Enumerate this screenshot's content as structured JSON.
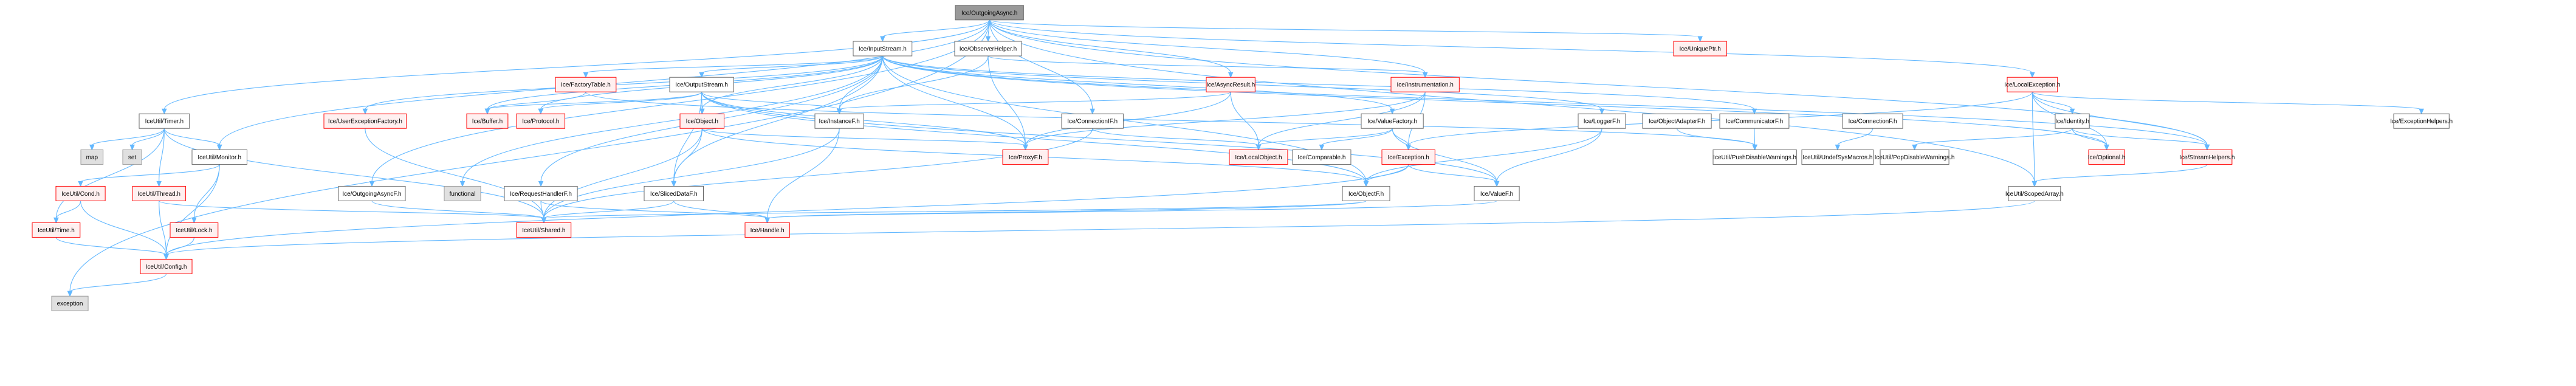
{
  "title": "Ice/OutgoingAsync.h",
  "colors": {
    "root_fill": "#999999",
    "root_stroke": "#666666",
    "normal_fill": "#ffffff",
    "normal_stroke": "#666666",
    "incomplete_fill": "#fff0f0",
    "incomplete_stroke": "#ff0000",
    "system_fill": "#e0e0e0",
    "system_stroke": "#999999",
    "edge": "#63b8ff"
  },
  "nodes": [
    {
      "id": "root",
      "label": "Ice/OutgoingAsync.h",
      "kind": "root"
    },
    {
      "id": "inputstream",
      "label": "Ice/InputStream.h",
      "kind": "normal"
    },
    {
      "id": "observerhelper",
      "label": "Ice/ObserverHelper.h",
      "kind": "normal"
    },
    {
      "id": "uniqueptr",
      "label": "Ice/UniquePtr.h",
      "kind": "incomplete"
    },
    {
      "id": "timer",
      "label": "IceUtil/Timer.h",
      "kind": "normal"
    },
    {
      "id": "userexfactory",
      "label": "Ice/UserExceptionFactory.h",
      "kind": "incomplete"
    },
    {
      "id": "factorytable",
      "label": "Ice/FactoryTable.h",
      "kind": "incomplete"
    },
    {
      "id": "outputstream",
      "label": "Ice/OutputStream.h",
      "kind": "normal"
    },
    {
      "id": "asyncresult",
      "label": "Ice/AsyncResult.h",
      "kind": "incomplete"
    },
    {
      "id": "instrumentation",
      "label": "Ice/Instrumentation.h",
      "kind": "incomplete"
    },
    {
      "id": "localexception",
      "label": "Ice/LocalException.h",
      "kind": "incomplete"
    },
    {
      "id": "buffer",
      "label": "Ice/Buffer.h",
      "kind": "incomplete"
    },
    {
      "id": "protocol",
      "label": "Ice/Protocol.h",
      "kind": "incomplete"
    },
    {
      "id": "object",
      "label": "Ice/Object.h",
      "kind": "incomplete"
    },
    {
      "id": "instancef",
      "label": "Ice/InstanceF.h",
      "kind": "normal"
    },
    {
      "id": "connectionif",
      "label": "Ice/ConnectionIF.h",
      "kind": "normal"
    },
    {
      "id": "valuefactory",
      "label": "Ice/ValueFactory.h",
      "kind": "normal"
    },
    {
      "id": "loggerf",
      "label": "Ice/LoggerF.h",
      "kind": "normal"
    },
    {
      "id": "objectadapterf",
      "label": "Ice/ObjectAdapterF.h",
      "kind": "normal"
    },
    {
      "id": "communicatorf",
      "label": "Ice/CommunicatorF.h",
      "kind": "normal"
    },
    {
      "id": "connectionf",
      "label": "Ice/ConnectionF.h",
      "kind": "normal"
    },
    {
      "id": "identity",
      "label": "Ice/Identity.h",
      "kind": "normal"
    },
    {
      "id": "exceptionhelpers",
      "label": "Ice/ExceptionHelpers.h",
      "kind": "normal"
    },
    {
      "id": "map",
      "label": "map",
      "kind": "system"
    },
    {
      "id": "set",
      "label": "set",
      "kind": "system"
    },
    {
      "id": "monitor",
      "label": "IceUtil/Monitor.h",
      "kind": "normal"
    },
    {
      "id": "proxyf",
      "label": "Ice/ProxyF.h",
      "kind": "incomplete"
    },
    {
      "id": "localobject",
      "label": "Ice/LocalObject.h",
      "kind": "incomplete"
    },
    {
      "id": "comparable",
      "label": "Ice/Comparable.h",
      "kind": "normal"
    },
    {
      "id": "exception",
      "label": "Ice/Exception.h",
      "kind": "incomplete"
    },
    {
      "id": "pushdisable",
      "label": "IceUtil/PushDisableWarnings.h",
      "kind": "normal"
    },
    {
      "id": "undefsys",
      "label": "IceUtil/UndefSysMacros.h",
      "kind": "normal"
    },
    {
      "id": "popdisable",
      "label": "IceUtil/PopDisableWarnings.h",
      "kind": "normal"
    },
    {
      "id": "optional",
      "label": "Ice/Optional.h",
      "kind": "incomplete"
    },
    {
      "id": "streamhelpers",
      "label": "Ice/StreamHelpers.h",
      "kind": "incomplete"
    },
    {
      "id": "cond",
      "label": "IceUtil/Cond.h",
      "kind": "incomplete"
    },
    {
      "id": "thread",
      "label": "IceUtil/Thread.h",
      "kind": "incomplete"
    },
    {
      "id": "outgoingasyncf",
      "label": "Ice/OutgoingAsyncF.h",
      "kind": "normal"
    },
    {
      "id": "functional",
      "label": "functional",
      "kind": "system"
    },
    {
      "id": "requesthandlerf",
      "label": "Ice/RequestHandlerF.h",
      "kind": "normal"
    },
    {
      "id": "sliceddataf",
      "label": "Ice/SlicedDataF.h",
      "kind": "normal"
    },
    {
      "id": "objectf",
      "label": "Ice/ObjectF.h",
      "kind": "normal"
    },
    {
      "id": "valuef",
      "label": "Ice/ValueF.h",
      "kind": "normal"
    },
    {
      "id": "scopedarray",
      "label": "IceUtil/ScopedArray.h",
      "kind": "normal"
    },
    {
      "id": "time",
      "label": "IceUtil/Time.h",
      "kind": "incomplete"
    },
    {
      "id": "lock",
      "label": "IceUtil/Lock.h",
      "kind": "incomplete"
    },
    {
      "id": "shared",
      "label": "IceUtil/Shared.h",
      "kind": "incomplete"
    },
    {
      "id": "handle",
      "label": "Ice/Handle.h",
      "kind": "incomplete"
    },
    {
      "id": "config",
      "label": "IceUtil/Config.h",
      "kind": "incomplete"
    },
    {
      "id": "exceptionstd",
      "label": "exception",
      "kind": "system"
    }
  ],
  "edges": [
    [
      "root",
      "inputstream"
    ],
    [
      "root",
      "observerhelper"
    ],
    [
      "root",
      "uniqueptr"
    ],
    [
      "root",
      "timer"
    ],
    [
      "root",
      "monitor"
    ],
    [
      "root",
      "asyncresult"
    ],
    [
      "root",
      "instrumentation"
    ],
    [
      "root",
      "localexception"
    ],
    [
      "root",
      "connectionif"
    ],
    [
      "root",
      "outgoingasyncf"
    ],
    [
      "root",
      "exceptionstd"
    ],
    [
      "root",
      "streamhelpers"
    ],
    [
      "root",
      "scopedarray"
    ],
    [
      "inputstream",
      "userexfactory"
    ],
    [
      "inputstream",
      "factorytable"
    ],
    [
      "inputstream",
      "outputstream"
    ],
    [
      "inputstream",
      "buffer"
    ],
    [
      "inputstream",
      "protocol"
    ],
    [
      "inputstream",
      "object"
    ],
    [
      "inputstream",
      "instancef"
    ],
    [
      "inputstream",
      "proxyf"
    ],
    [
      "inputstream",
      "valuefactory"
    ],
    [
      "inputstream",
      "loggerf"
    ],
    [
      "inputstream",
      "communicatorf"
    ],
    [
      "inputstream",
      "sliceddataf"
    ],
    [
      "inputstream",
      "requesthandlerf"
    ],
    [
      "inputstream",
      "functional"
    ],
    [
      "inputstream",
      "objectf"
    ],
    [
      "inputstream",
      "optional"
    ],
    [
      "inputstream",
      "streamhelpers"
    ],
    [
      "observerhelper",
      "instancef"
    ],
    [
      "observerhelper",
      "proxyf"
    ],
    [
      "observerhelper",
      "instrumentation"
    ],
    [
      "timer",
      "map"
    ],
    [
      "timer",
      "set"
    ],
    [
      "timer",
      "monitor"
    ],
    [
      "timer",
      "thread"
    ],
    [
      "timer",
      "time"
    ],
    [
      "timer",
      "shared"
    ],
    [
      "monitor",
      "cond"
    ],
    [
      "monitor",
      "lock"
    ],
    [
      "monitor",
      "config"
    ],
    [
      "cond",
      "time"
    ],
    [
      "cond",
      "config"
    ],
    [
      "thread",
      "config"
    ],
    [
      "thread",
      "shared"
    ],
    [
      "time",
      "config"
    ],
    [
      "lock",
      "config"
    ],
    [
      "config",
      "exceptionstd"
    ],
    [
      "userexfactory",
      "shared"
    ],
    [
      "factorytable",
      "buffer"
    ],
    [
      "factorytable",
      "pushdisable"
    ],
    [
      "outputstream",
      "object"
    ],
    [
      "outputstream",
      "instancef"
    ],
    [
      "outputstream",
      "buffer"
    ],
    [
      "outputstream",
      "protocol"
    ],
    [
      "outputstream",
      "proxyf"
    ],
    [
      "outputstream",
      "sliceddataf"
    ],
    [
      "outputstream",
      "valuef"
    ],
    [
      "outputstream",
      "objectf"
    ],
    [
      "object",
      "sliceddataf"
    ],
    [
      "object",
      "shared"
    ],
    [
      "object",
      "proxyf"
    ],
    [
      "object",
      "objectf"
    ],
    [
      "instancef",
      "shared"
    ],
    [
      "instancef",
      "handle"
    ],
    [
      "asyncresult",
      "localobject"
    ],
    [
      "asyncresult",
      "proxyf"
    ],
    [
      "asyncresult",
      "instancef"
    ],
    [
      "instrumentation",
      "localobject"
    ],
    [
      "instrumentation",
      "exception"
    ],
    [
      "instrumentation",
      "proxyf"
    ],
    [
      "connectionif",
      "shared"
    ],
    [
      "connectionif",
      "localobject"
    ],
    [
      "valuefactory",
      "comparable"
    ],
    [
      "valuefactory",
      "exception"
    ],
    [
      "valuefactory",
      "localobject"
    ],
    [
      "valuefactory",
      "valuef"
    ],
    [
      "loggerf",
      "valuef"
    ],
    [
      "loggerf",
      "objectf"
    ],
    [
      "objectadapterf",
      "pushdisable"
    ],
    [
      "communicatorf",
      "pushdisable"
    ],
    [
      "connectionf",
      "undefsys"
    ],
    [
      "identity",
      "popdisable"
    ],
    [
      "identity",
      "optional"
    ],
    [
      "identity",
      "streamhelpers"
    ],
    [
      "localexception",
      "identity"
    ],
    [
      "localexception",
      "exceptionhelpers"
    ],
    [
      "localexception",
      "optional"
    ],
    [
      "localexception",
      "streamhelpers"
    ],
    [
      "localexception",
      "scopedarray"
    ],
    [
      "localexception",
      "exception"
    ],
    [
      "exception",
      "objectf"
    ],
    [
      "exception",
      "valuef"
    ],
    [
      "exception",
      "config"
    ],
    [
      "requesthandlerf",
      "shared"
    ],
    [
      "requesthandlerf",
      "handle"
    ],
    [
      "sliceddataf",
      "shared"
    ],
    [
      "sliceddataf",
      "handle"
    ],
    [
      "outgoingasyncf",
      "shared"
    ],
    [
      "objectf",
      "shared"
    ],
    [
      "objectf",
      "handle"
    ],
    [
      "valuef",
      "handle"
    ],
    [
      "streamhelpers",
      "scopedarray"
    ],
    [
      "scopedarray",
      "config"
    ]
  ]
}
